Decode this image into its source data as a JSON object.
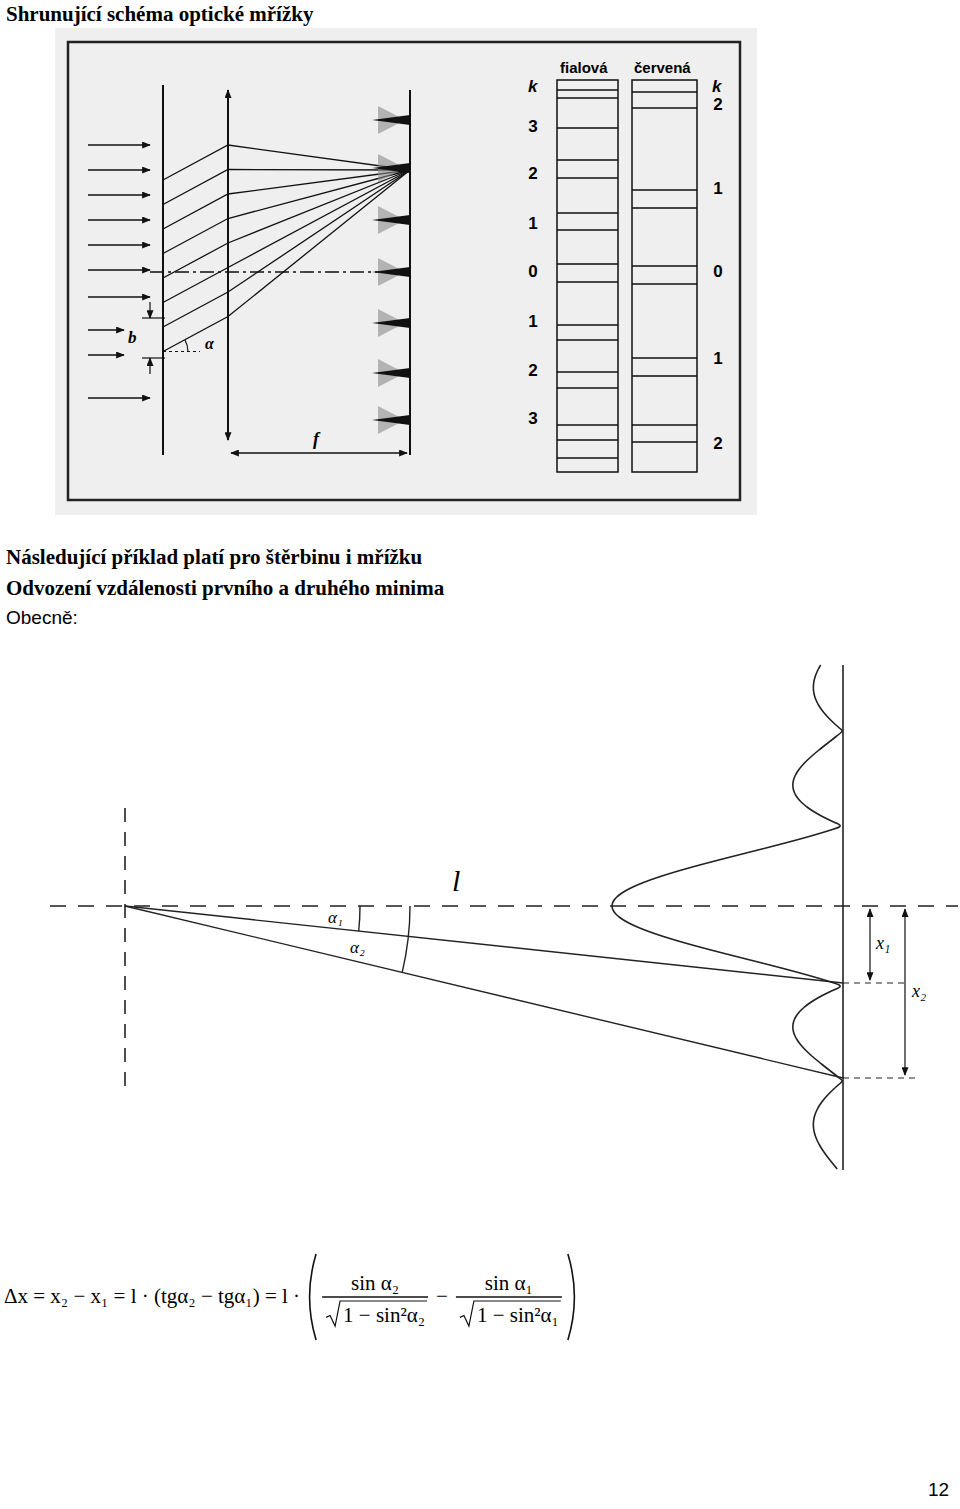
{
  "diagram": {
    "title": "Shrunující schéma optické mřížky",
    "labels": [
      "k",
      "3",
      "2",
      "1",
      "0",
      "1",
      "2",
      "3",
      "fialová",
      "červená",
      "k",
      "2",
      "1",
      "0",
      "1",
      "2",
      "b",
      "α",
      "f",
      "Následující příklad platí pro štěrbinu i mřížku",
      "Odvození vzdálenosti prvního a druhého minima",
      "Obecně:",
      "l",
      "α₁",
      "α₂",
      "x₁",
      "x₂",
      "Δx = x₂ − x₁ = l · (tgα₂ − tgα₁) = l ·",
      "sin α₂",
      "1 − sin²α₂",
      "−",
      "sin α₁",
      "1 − sin²α₁",
      "12"
    ]
  }
}
